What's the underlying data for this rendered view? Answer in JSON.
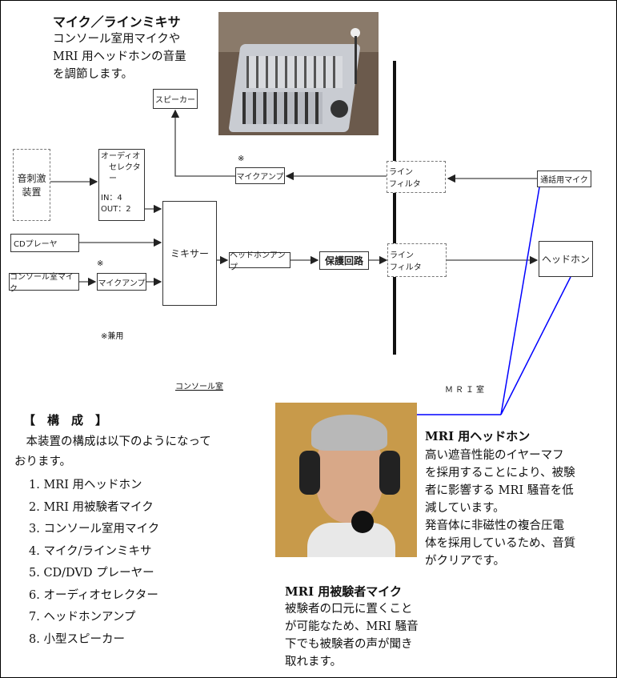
{
  "mixer_section": {
    "title": "マイク／ラインミキサ",
    "lines": [
      "コンソール室用マイクや",
      "MRI 用ヘッドホンの音量",
      "を調節します。"
    ]
  },
  "diagram": {
    "speaker": "スピーカー",
    "stimulus_device": [
      "音刺激",
      "装置"
    ],
    "audio_selector": [
      "オーディオ",
      "セレクター",
      "IN：4",
      "OUT：2"
    ],
    "mixer": "ミキサー",
    "cd_player": "CDプレーヤ",
    "console_mic": "コンソール室マイク",
    "mic_amp": "マイクアンプ",
    "mark": "※",
    "headphone_amp": "ヘッドホンアンプ",
    "protection_circuit": "保護回路",
    "line_filter": [
      "ライン",
      "フィルタ"
    ],
    "talk_mic": "通話用マイク",
    "headphone": "ヘッドホン",
    "shared_note": "※兼用",
    "console_room": "コンソール室",
    "mri_room": "ＭＲＩ室"
  },
  "composition": {
    "heading": "【　構　成　】",
    "intro": [
      "　本装置の構成は以下のようになって",
      "おります。"
    ],
    "items": [
      "1.  MRI 用ヘッドホン",
      "2.  MRI 用被験者マイク",
      "3.  コンソール室用マイク",
      "4.  マイク/ラインミキサ",
      "5.  CD/DVD プレーヤー",
      "6.  オーディオセレクター",
      "7.  ヘッドホンアンプ",
      "8.  小型スピーカー"
    ]
  },
  "headphone_section": {
    "title": "MRI 用ヘッドホン",
    "lines": [
      "高い遮音性能のイヤーマフ",
      "を採用することにより、被験",
      "者に影響する MRI 騒音を低",
      "減しています。",
      "発音体に非磁性の複合圧電",
      "体を採用しているため、音質",
      "がクリアです。"
    ]
  },
  "subject_mic_section": {
    "title": "MRI 用被験者マイク",
    "lines": [
      "被験者の口元に置くこと",
      "が可能なため、MRI 騒音",
      "下でも被験者の声が聞き",
      "取れます。"
    ]
  },
  "colors": {
    "link_line": "#0000ff"
  }
}
